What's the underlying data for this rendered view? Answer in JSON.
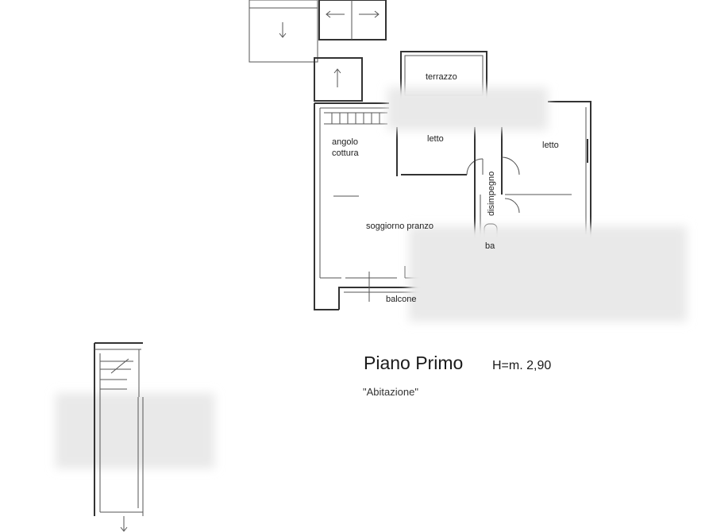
{
  "floor": {
    "title": "Piano Primo",
    "height": "H=m. 2,90",
    "use": "\"Abitazione\""
  },
  "rooms": {
    "terrazzo": "terrazzo",
    "angolo_cottura_1": "angolo",
    "angolo_cottura_2": "cottura",
    "letto_1": "letto",
    "letto_2": "letto",
    "disimpegno": "disimpegno",
    "soggiorno": "soggiorno pranzo",
    "bagno": "ba",
    "balcone": "balcone"
  }
}
